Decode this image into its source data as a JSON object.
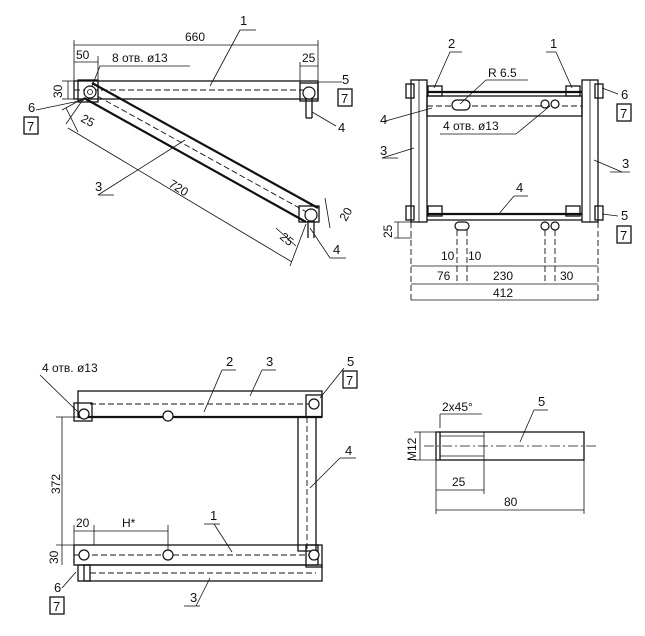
{
  "view1": {
    "len_660": "660",
    "dim_50": "50",
    "holes": "8 отв. ø13",
    "dim_25_top": "25",
    "dim_30": "30",
    "dim_25_angle": "25",
    "len_720": "720",
    "dim_20": "20",
    "dim_25_bottom": "25",
    "p1": "1",
    "p3": "3",
    "p4a": "4",
    "p4b": "4",
    "p5": "5",
    "p6": "6",
    "s7a": "7",
    "s7b": "7"
  },
  "view2": {
    "p2": "2",
    "p1": "1",
    "radius": "R 6.5",
    "p4a": "4",
    "holes": "4 отв. ø13",
    "p3a": "3",
    "p3b": "3",
    "p4b": "4",
    "p6": "6",
    "p5": "5",
    "s7a": "7",
    "s7b": "7",
    "dim_25": "25",
    "dim_10a": "10",
    "dim_10b": "10",
    "dim_76": "76",
    "dim_230": "230",
    "dim_30": "30",
    "dim_412": "412"
  },
  "view3": {
    "holes": "4 отв. ø13",
    "p2": "2",
    "p3a": "3",
    "p5": "5",
    "s7a": "7",
    "dim_372": "372",
    "p4": "4",
    "dim_20": "20",
    "dim_H": "H*",
    "p1": "1",
    "dim_30": "30",
    "p6": "6",
    "s7b": "7",
    "p3b": "3"
  },
  "view4": {
    "chamfer": "2x45°",
    "p5": "5",
    "thread": "M12",
    "dim_25": "25",
    "dim_80": "80"
  }
}
